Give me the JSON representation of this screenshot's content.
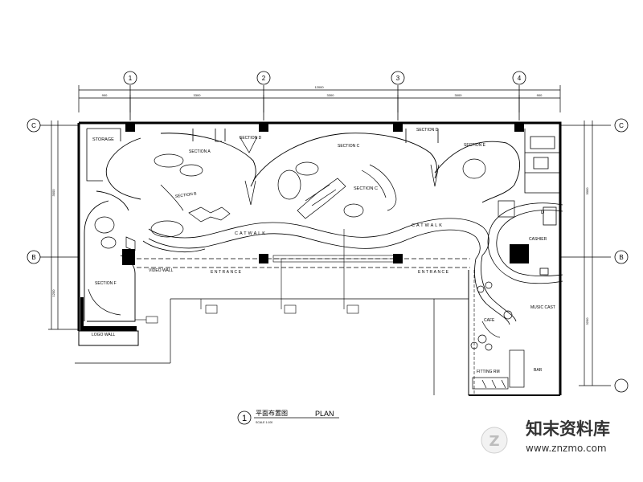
{
  "grid": {
    "columns": [
      "1",
      "2",
      "3",
      "4"
    ],
    "rows": [
      "C",
      "B"
    ]
  },
  "dims": {
    "total": "12000",
    "segments": [
      "900",
      "3300",
      "3300",
      "3000",
      "900"
    ],
    "left": [
      "3000",
      "1200"
    ],
    "right": [
      "3000",
      "3200"
    ]
  },
  "rooms": {
    "storage": "STORAGE",
    "section_a_top": "SECTION A",
    "section_d_top": "SECTION D",
    "section_c_title": "SECTION C",
    "section_c": "SECTION C",
    "section_d": "SECTION D",
    "section_e": "SECTION E",
    "section_b": "SECTION B",
    "section_c_mid": "SECTION C",
    "section_f": "SECTION F",
    "d_area": "D",
    "cashier": "CASHIER",
    "music_cast": "MUSIC CAST",
    "cafe": "CAFE",
    "fitting_room": "FITTING RM",
    "bar": "BAR",
    "catwalk_left": "CATWALK",
    "catwalk_right": "CATWALK",
    "video_wall": "VIDEO WALL",
    "logo_wall": "LOGO WALL",
    "entrance_left": "ENTRANCE",
    "entrance_right": "ENTRANCE"
  },
  "title": {
    "number": "1",
    "cn": "平面布置图",
    "en": "PLAN",
    "scale": "SCALE 1:100"
  },
  "watermark": {
    "name": "知末资料库",
    "url": "www.znzmo.com",
    "badge": "Z"
  }
}
